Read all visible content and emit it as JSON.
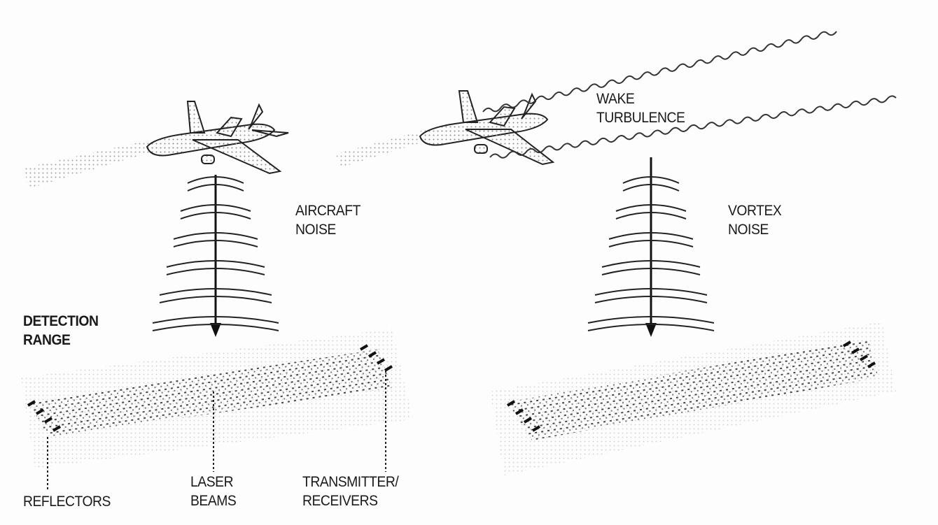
{
  "labels": {
    "wake_turbulence": [
      "WAKE",
      "TURBULENCE"
    ],
    "aircraft_noise": [
      "AIRCRAFT",
      "NOISE"
    ],
    "vortex_noise": [
      "VORTEX",
      "NOISE"
    ],
    "detection_range": [
      "DETECTION",
      "RANGE"
    ],
    "reflectors": "REFLECTORS",
    "laser_beams": [
      "LASER",
      "BEAMS"
    ],
    "transmitter_receivers": [
      "TRANSMITTER/",
      "RECEIVERS"
    ]
  },
  "colors": {
    "ink": "#1a1a1a",
    "stipple": "#777777"
  }
}
